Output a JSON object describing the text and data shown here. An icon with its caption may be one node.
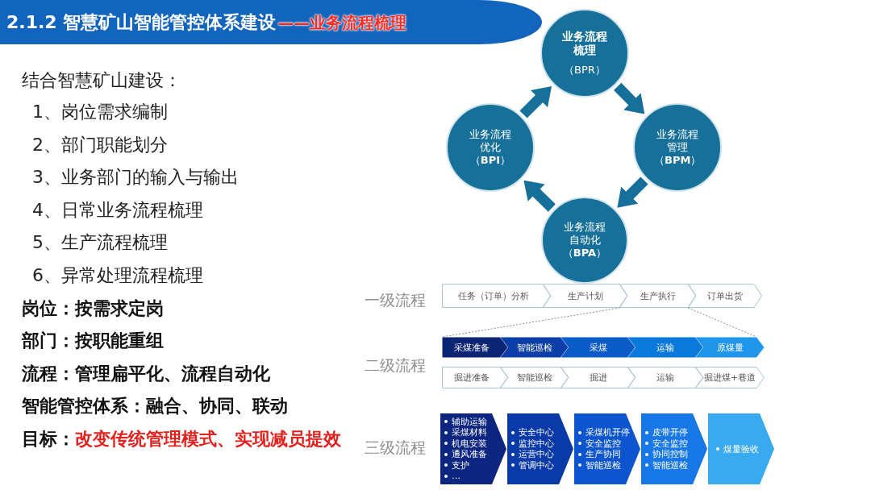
{
  "diagram": {
    "title": "2.1.2 智慧矿山智能管控体系建设",
    "nodes": [
      {
        "text": [
          "业务流程梳理",
          "（BPR）"
        ]
      },
      {
        "text": [
          "业务流程优化（**BPI**）"
        ]
      },
      {
        "text": [
          "业务流程管理（**BPM**）"
        ]
      },
      {
        "text": [
          "业务流程自动化（**BPA**）"
        ]
      },
      {
        "text": [
          "任务（订单）分析"
        ]
      },
      {
        "text": [
          "生产计划"
        ]
      },
      {
        "text": [
          "生产执行"
        ]
      },
      {
        "text": [
          "订单出货"
        ]
      },
      {
        "text": [
          "采煤准备"
        ]
      },
      {
        "text": [
          "智能巡检"
        ]
      },
      {
        "text": [
          "采煤"
        ]
      },
      {
        "text": [
          "运输"
        ]
      },
      {
        "text": [
          "原煤量"
        ]
      },
      {
        "text": [
          "掘进准备"
        ]
      },
      {
        "text": [
          "智能巡检"
        ]
      },
      {
        "text": [
          "掘进"
        ]
      },
      {
        "text": [
          "运输"
        ]
      },
      {
        "text": [
          "掘进煤+巷道"
        ]
      },
      {
        "text": [
          "辅助运输",
          "采煤材料",
          "机电安装",
          "通风准备",
          "支护",
          "…"
        ]
      },
      {
        "text": [
          "安全中心",
          "监控中心",
          "运营中心",
          "管调中心"
        ]
      },
      {
        "text": [
          "采煤机开停",
          "安全监控",
          "生产协同",
          "智能巡检"
        ]
      },
      {
        "text": [
          "皮带开停",
          "安全监控",
          "协同控制",
          "智能巡检"
        ]
      },
      {
        "text": [
          "煤量验收"
        ]
      }
    ],
    "edges": [
      {
        "from": 0,
        "to": 2,
        "arrow": "to"
      },
      {
        "from": 2,
        "to": 3,
        "arrow": "to"
      },
      {
        "from": 3,
        "to": 1,
        "arrow": "to"
      },
      {
        "from": 1,
        "to": 0,
        "arrow": "to"
      },
      {
        "from": 6,
        "to": 8,
        "arrow": "none",
        "style": "dashed",
        "color": "#8a8a8a"
      },
      {
        "from": 6,
        "to": 12,
        "arrow": "none",
        "style": "dashed",
        "color": "#8a8a8a"
      }
    ],
    "labels": [
      "——业务流程梳理",
      "结合智慧矿山建设：",
      "1、岗位需求编制",
      "2、部门职能划分",
      "3、业务部门的输入与输出",
      "4、日常业务流程梳理",
      "5、生产流程梳理",
      "6、异常处理流程梳理",
      "岗位：按需求定岗",
      "部门：按职能重组",
      "流程：管理扁平化、流程自动化",
      "智能管控体系：融合、协同、联动",
      "目标：",
      "改变传统管理模式、实现减员提效",
      "一级流程",
      "二级流程",
      "三级流程"
    ]
  }
}
